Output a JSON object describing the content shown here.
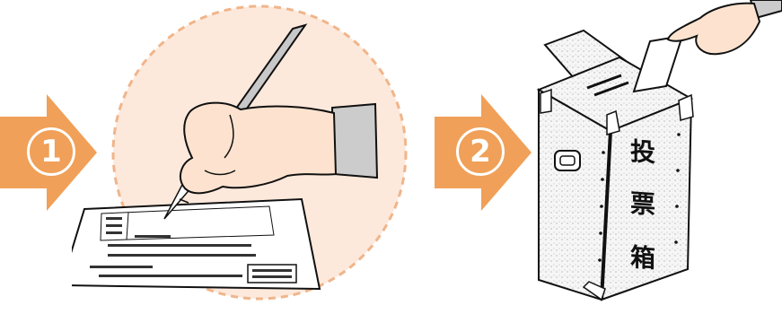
{
  "steps": [
    {
      "number": "1"
    },
    {
      "number": "2"
    }
  ],
  "ballot_box": {
    "label_chars": [
      "投",
      "票",
      "箱"
    ]
  },
  "colors": {
    "arrow_orange": "#f0a058",
    "circle_bg": "#fde9dc",
    "circle_dash": "#f0b58a",
    "skin": "#fde3cf",
    "sleeve": "#cccccc",
    "pen": "#c8c8c8",
    "box_fill": "#f6f6f6",
    "outline": "#111111"
  },
  "icons": [
    "arrow-right-icon",
    "pen-icon",
    "hand-icon",
    "ballot-paper-icon",
    "ballot-box-icon"
  ]
}
